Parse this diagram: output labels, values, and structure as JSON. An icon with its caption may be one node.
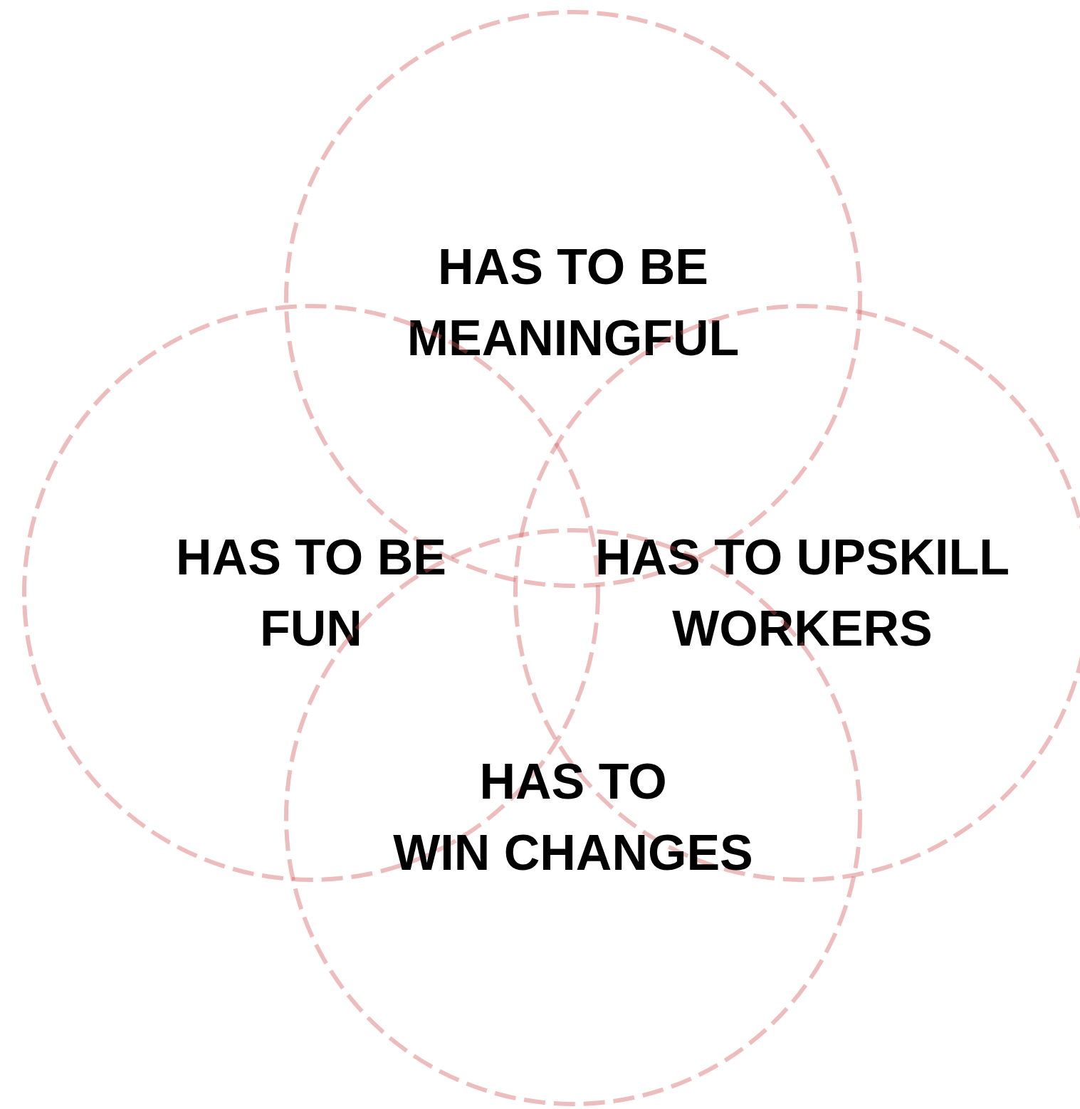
{
  "diagram": {
    "nodes": [
      {
        "text": [
          "HAS TO BE MEANINGFUL"
        ]
      },
      {
        "text": [
          "HAS TO BE FUN"
        ]
      },
      {
        "text": [
          "HAS TO UPSKILL WORKERS"
        ]
      },
      {
        "text": [
          "HAS TO WIN CHANGES"
        ]
      }
    ]
  }
}
